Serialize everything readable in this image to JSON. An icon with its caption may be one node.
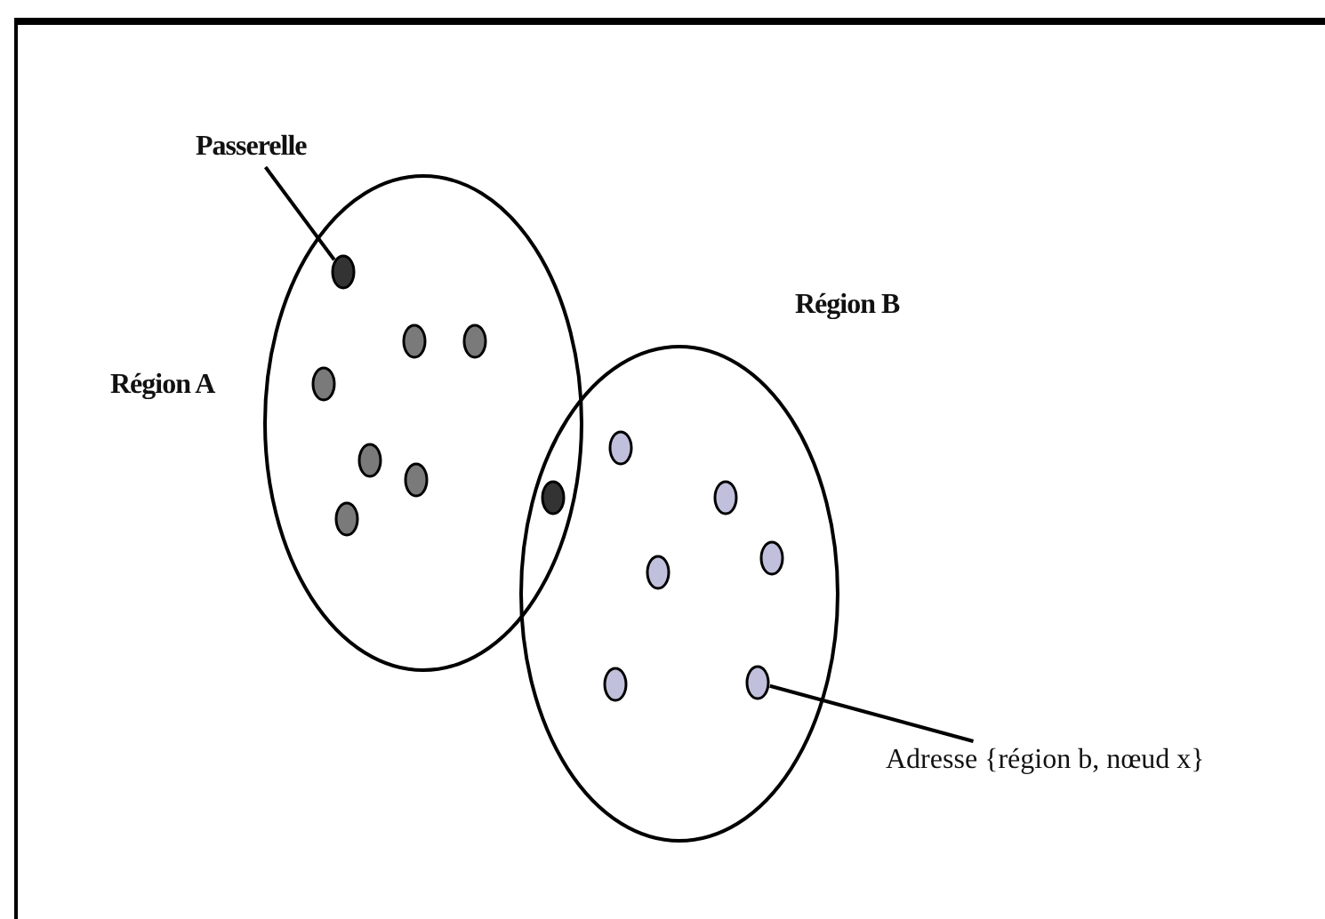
{
  "diagram": {
    "nodes": [
      {
        "text": [
          "Passerelle"
        ]
      },
      {
        "text": [
          "Région A"
        ]
      },
      {
        "text": [],
        "shape": "circle",
        "in": 1
      },
      {
        "text": [],
        "shape": "circle",
        "in": 1
      },
      {
        "text": [],
        "shape": "circle",
        "in": 1
      },
      {
        "text": [],
        "shape": "circle",
        "in": 1
      },
      {
        "text": [],
        "shape": "circle",
        "in": 1
      },
      {
        "text": [],
        "shape": "circle",
        "in": 1
      },
      {
        "text": [],
        "shape": "circle",
        "in": 1
      },
      {
        "text": [
          "Région B"
        ]
      },
      {
        "text": [],
        "shape": "circle"
      },
      {
        "text": [],
        "shape": "circle",
        "in": 9
      },
      {
        "text": [],
        "shape": "circle",
        "in": 9
      },
      {
        "text": [],
        "shape": "circle",
        "in": 9
      },
      {
        "text": [],
        "shape": "circle",
        "in": 9
      },
      {
        "text": [],
        "shape": "circle",
        "in": 9
      },
      {
        "text": [],
        "shape": "circle",
        "in": 9
      },
      {
        "text": [
          "Adresse {région b, nœud x}"
        ]
      }
    ],
    "edges": [
      {
        "from": 0,
        "to": 2,
        "arrow": "none"
      },
      {
        "from": 17,
        "to": 16,
        "arrow": "none"
      }
    ]
  }
}
